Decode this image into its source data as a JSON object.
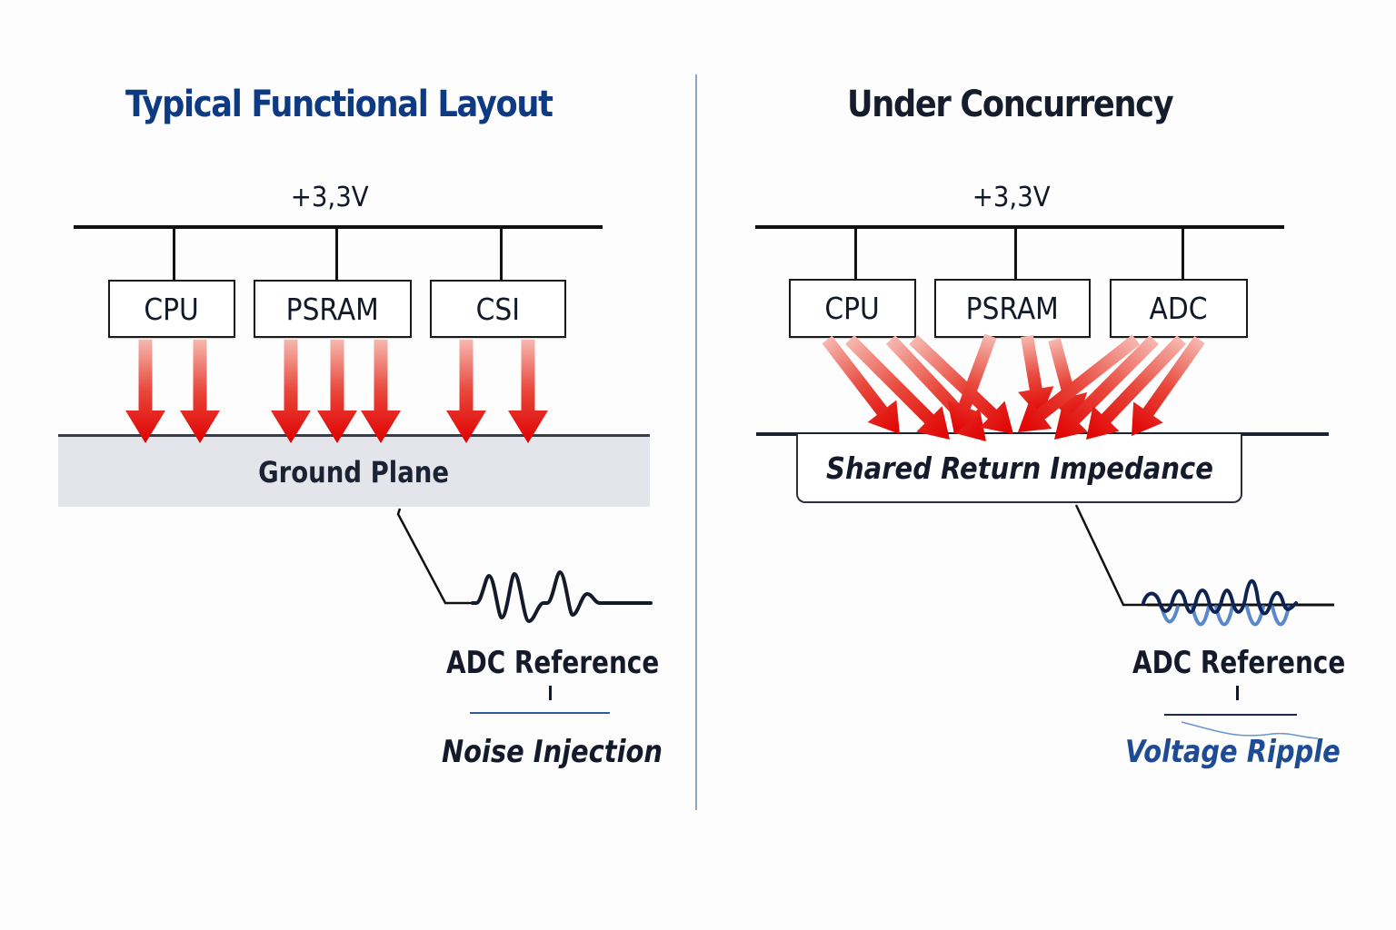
{
  "left_panel": {
    "title": "Typical Functional Layout",
    "supply_label": "+3,3V",
    "blocks": [
      "CPU",
      "PSRAM",
      "CSI"
    ],
    "ground_label": "Ground Plane",
    "reference_label": "ADC Reference",
    "reference_tick": "1",
    "effect_label": "Noise Injection"
  },
  "right_panel": {
    "title": "Under Concurrency",
    "supply_label": "+3,3V",
    "blocks": [
      "CPU",
      "PSRAM",
      "ADC"
    ],
    "ground_label": "Shared Return Impedance",
    "reference_label": "ADC Reference",
    "reference_tick": "1",
    "effect_label": "Voltage Ripple"
  },
  "colors": {
    "left_title": "#0d3a82",
    "right_title": "#151c2c",
    "current_arrow": "#e00000",
    "ground_plane_fill": "#e4e5ea",
    "divider": "#8ea4c3",
    "ripple_blue": "#3b74c4",
    "ripple_label": "#1d4b94"
  }
}
